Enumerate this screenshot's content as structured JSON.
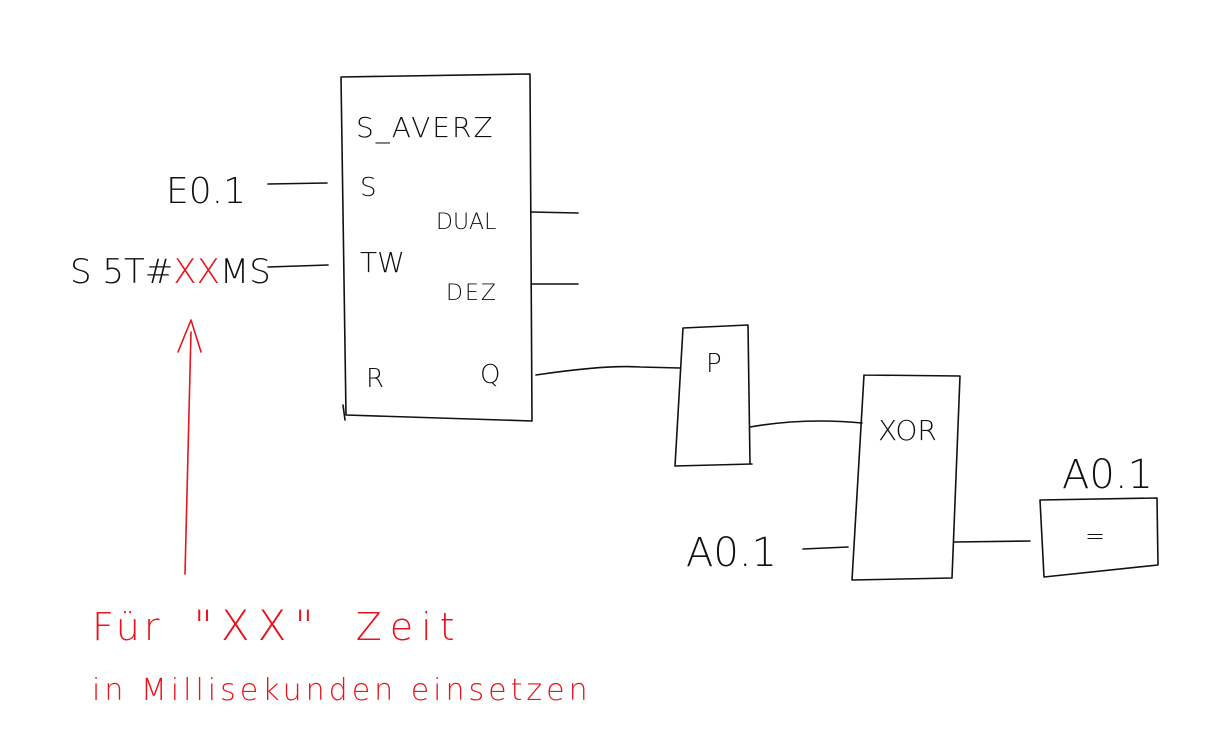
{
  "colors": {
    "ink": "#111111",
    "accent": "#e8141c"
  },
  "timer_block": {
    "name": "S_AVERZ",
    "pins": {
      "s": "S",
      "tw": "TW",
      "r": "R",
      "dual": "DUAL",
      "dez": "DEZ",
      "q": "Q"
    }
  },
  "inputs": {
    "start": "E0.1",
    "time_prefix": "S 5T#",
    "time_placeholder": "XX",
    "time_suffix": "MS"
  },
  "edge_block": {
    "label": "P"
  },
  "xor_block": {
    "label": "XOR",
    "second_input": "A0.1"
  },
  "assign_block": {
    "label": "=",
    "output": "A0.1"
  },
  "note": {
    "line1_prefix": "Für",
    "line1_quoted": "\"XX\"",
    "line1_suffix": "Zeit",
    "line2": "in Millisekunden einsetzen"
  }
}
